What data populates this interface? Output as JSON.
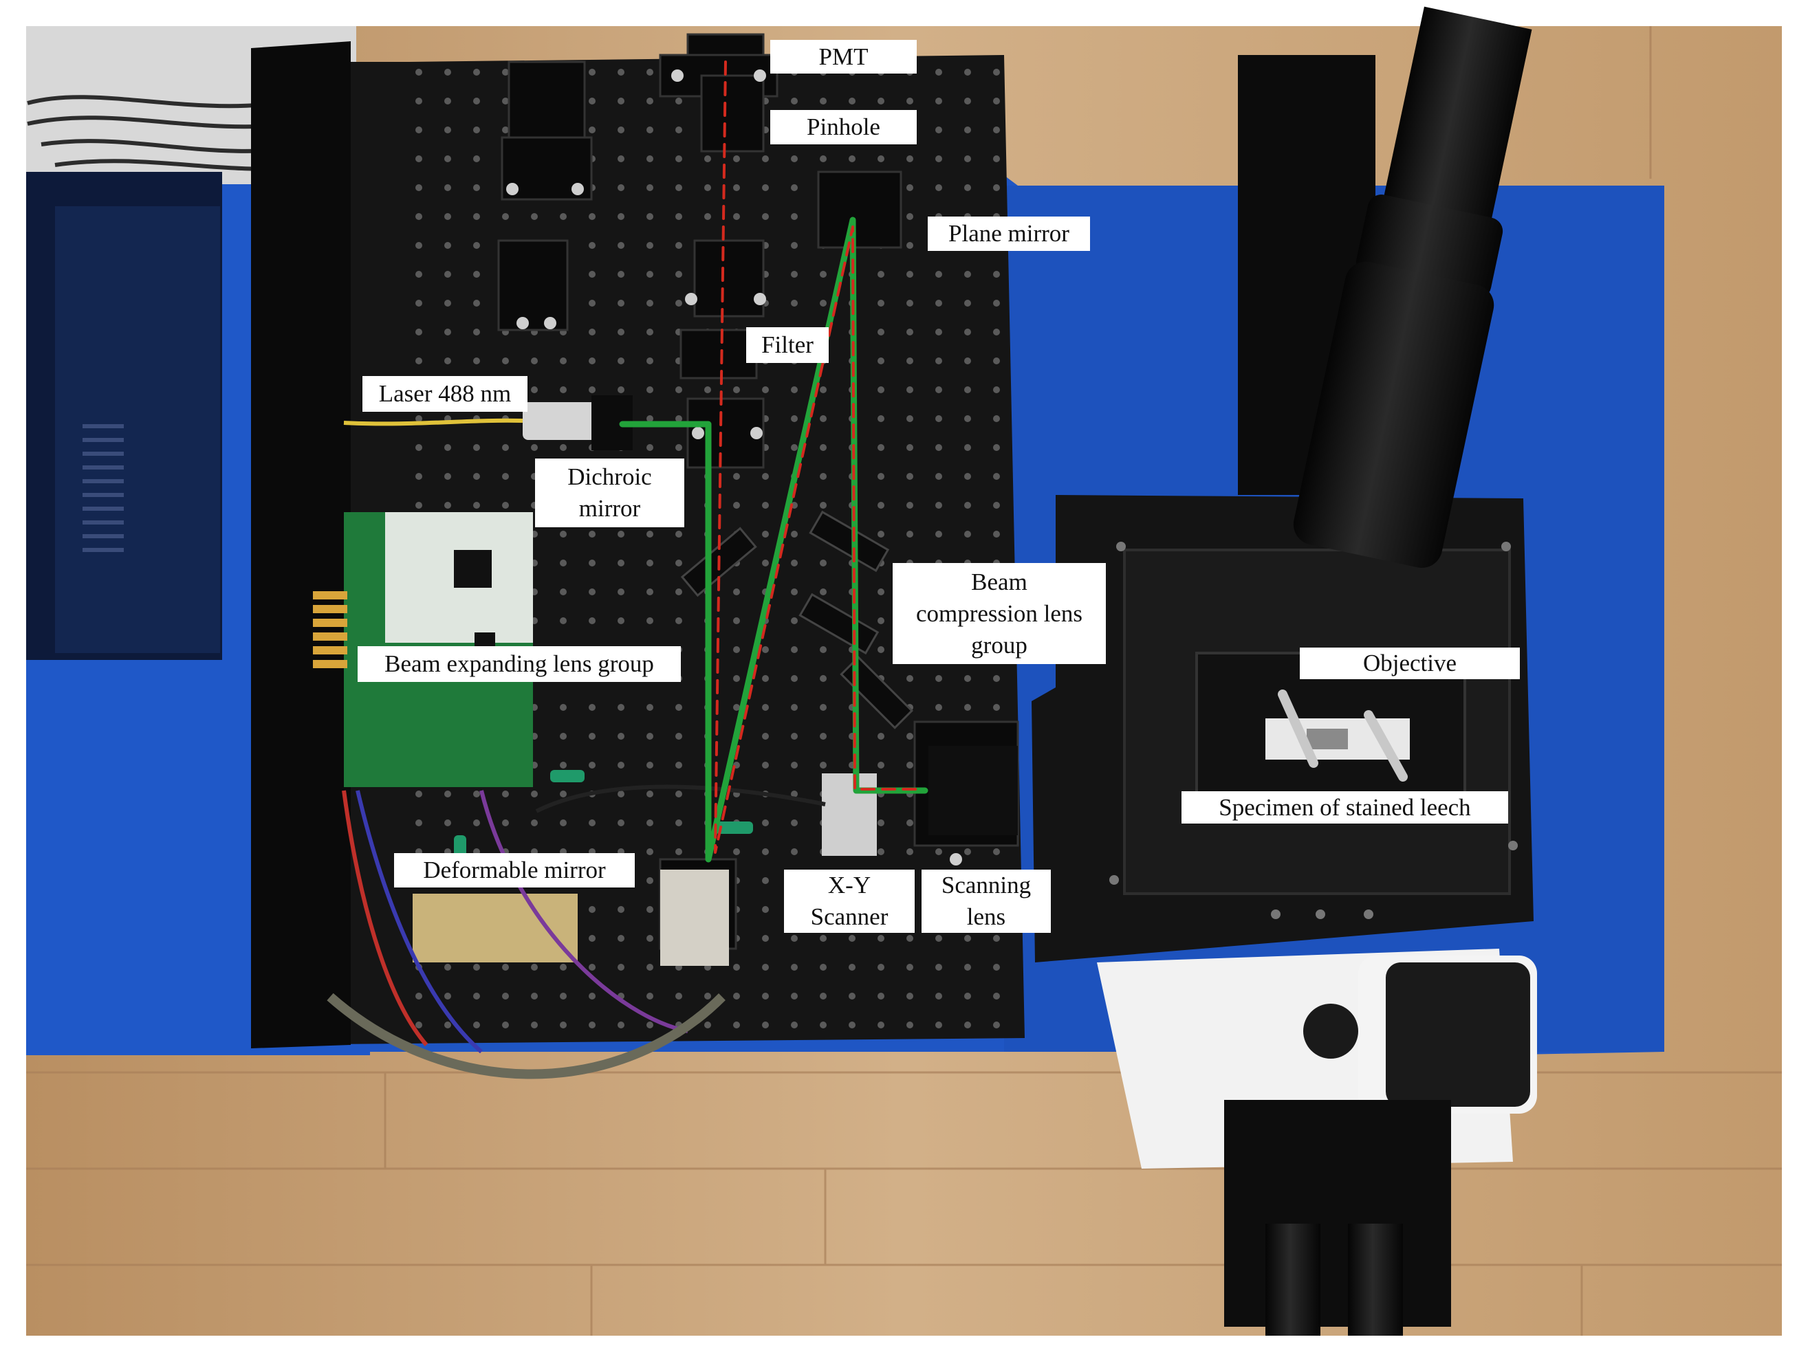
{
  "figure": {
    "labels": {
      "pmt": "PMT",
      "pinhole": "Pinhole",
      "plane_mirror": "Plane mirror",
      "filter": "Filter",
      "laser": "Laser 488 nm",
      "dichroic_line1": "Dichroic",
      "dichroic_line2": "mirror",
      "beam_compression_line1": "Beam",
      "beam_compression_line2": "compression lens",
      "beam_compression_line3": "group",
      "objective": "Objective",
      "beam_expanding": "Beam expanding lens group",
      "specimen": "Specimen of stained leech",
      "deformable_mirror": "Deformable mirror",
      "xy_scanner_line1": "X-Y",
      "xy_scanner_line2": "Scanner",
      "scanning_lens_line1": "Scanning",
      "scanning_lens_line2": "lens"
    },
    "colors": {
      "table_blue": "#1f56c4",
      "breadboard": "#141414",
      "floor_wood": "#c9a57a",
      "beam_green": "#22a33a",
      "beam_red": "#d42a1e"
    }
  }
}
